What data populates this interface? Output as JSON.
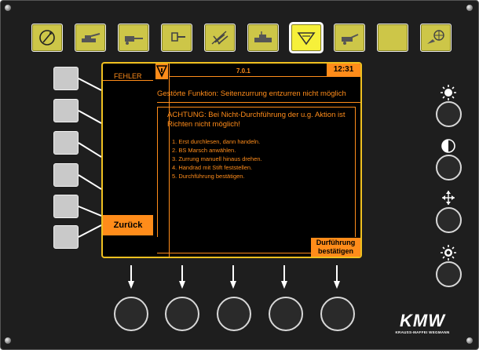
{
  "screen": {
    "mode_label": "FEHLER",
    "version": "7.0.1",
    "time": "12:31",
    "fault_title": "Gestörte Funktion: Seitenzurrung entzurren nicht möglich",
    "warning": "ACHTUNG: Bei Nicht-Durchführung der u.g. Aktion ist Richten nicht möglich!",
    "steps": [
      "1. Erst durchlesen, dann handeln.",
      "2. BS Marsch anwählen.",
      "3. Zurrung manuell hinaus drehen.",
      "4. Handrad mit Stift feststellen.",
      "5. Durchführung bestätigen."
    ],
    "back_label": "Zurück",
    "confirm_label": "Durführung bestätigen"
  },
  "top_softkeys": [
    {
      "icon": "compass-icon"
    },
    {
      "icon": "tank-icon"
    },
    {
      "icon": "gun-cradle-icon"
    },
    {
      "icon": "shovel-icon"
    },
    {
      "icon": "crane-icon"
    },
    {
      "icon": "vehicle-side-icon"
    },
    {
      "icon": "spade-icon",
      "active": true
    },
    {
      "icon": "turret-icon"
    },
    {
      "icon": "blank-icon"
    },
    {
      "icon": "hand-target-icon"
    }
  ],
  "right_controls": [
    {
      "icon": "brightness-icon"
    },
    {
      "icon": "contrast-icon"
    },
    {
      "icon": "direction-arrows-icon"
    },
    {
      "icon": "night-mode-icon"
    }
  ],
  "brand": {
    "logo": "KMW",
    "subtitle": "KRAUSS-MAFFEI WEGMANN"
  },
  "colors": {
    "bezel": "#1e1e1e",
    "softkey": "#cdc648",
    "softkey_active": "#f6f03a",
    "screen_border": "#f0c020",
    "accent": "#ff8c1a"
  }
}
